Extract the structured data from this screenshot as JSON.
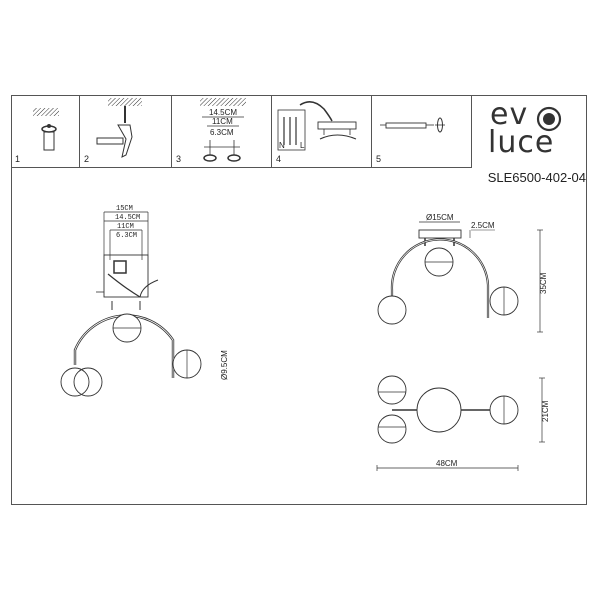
{
  "brand": {
    "logo_line1": "ev",
    "logo_line2": "luce",
    "logo_mark": "concentric-circle-o"
  },
  "product_code": "SLE6500-402-04",
  "steps": [
    {
      "number": "1",
      "description": "ceiling-drill"
    },
    {
      "number": "2",
      "description": "hammer-anchor"
    },
    {
      "number": "3",
      "description": "mount-screws",
      "dims": [
        "14.5CM",
        "11CM",
        "6.3CM"
      ]
    },
    {
      "number": "4",
      "description": "wiring",
      "labels": [
        "N",
        "L",
        "N",
        "L"
      ]
    },
    {
      "number": "5",
      "description": "install-bulb"
    }
  ],
  "drawings": {
    "exploded": {
      "dims": [
        "15CM",
        "14.5CM",
        "11CM",
        "6.3CM"
      ],
      "globe_diameter": "Ø9.5CM"
    },
    "side_view": {
      "canopy_diameter": "Ø15CM",
      "canopy_height": "2.5CM",
      "total_height": "35CM"
    },
    "top_view": {
      "width": "48CM",
      "depth": "21CM"
    }
  },
  "colors": {
    "line": "#333333",
    "frame": "#555555",
    "background": "#ffffff"
  }
}
